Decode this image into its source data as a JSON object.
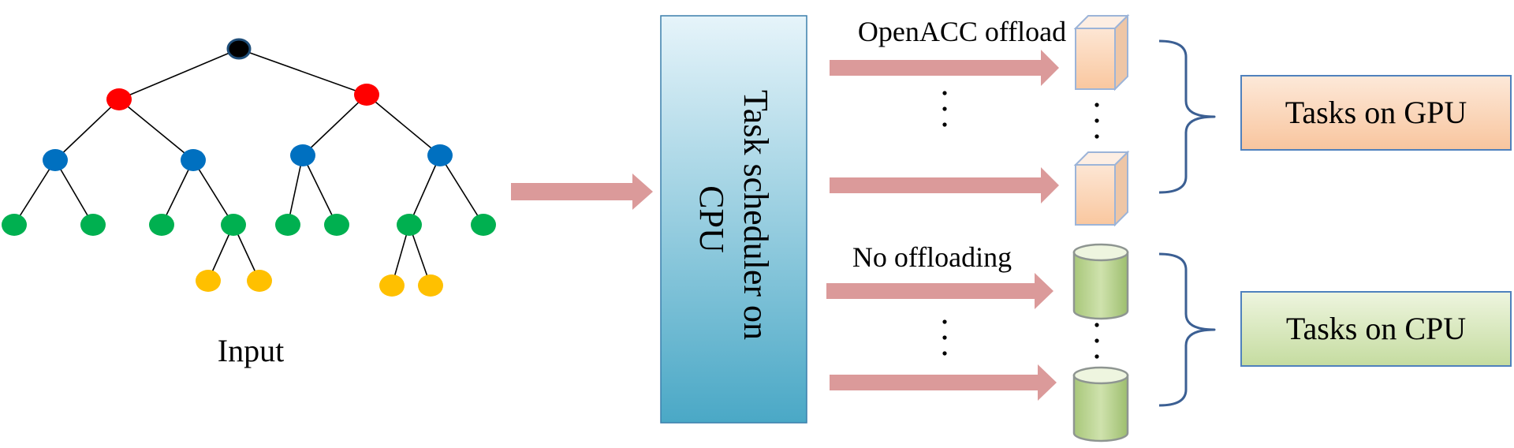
{
  "labels": {
    "input": "Input",
    "scheduler": "Task scheduler on CPU",
    "scheduler_line1": "Task scheduler on",
    "scheduler_line2": "CPU",
    "gpu_route": "OpenACC offload",
    "cpu_route": "No offloading",
    "gpu_tasks": "Tasks on GPU",
    "cpu_tasks": "Tasks on CPU",
    "ellipsis": "⋮"
  },
  "tree": {
    "node_colors": {
      "root": "#000000",
      "level1": "#ff0000",
      "level2": "#0070c0",
      "level3": "#00b050",
      "level4": "#ffc000"
    }
  },
  "colors": {
    "arrow": "#db9a9a",
    "scheduler_top": "#e6f4fa",
    "scheduler_bottom": "#4aa8c6",
    "scheduler_border": "#3b7fab",
    "gpu_fill_top": "#fde9d9",
    "gpu_fill_bottom": "#f8c59e",
    "cpu_fill_top": "#eef5df",
    "cpu_fill_bottom": "#c5dca0",
    "cube_front": "#fbd3b4",
    "cube_edge": "#9cb4d8",
    "cylinder_fill": "#b4d28a",
    "cylinder_edge": "#8e9591",
    "brace": "#3b5f93"
  }
}
